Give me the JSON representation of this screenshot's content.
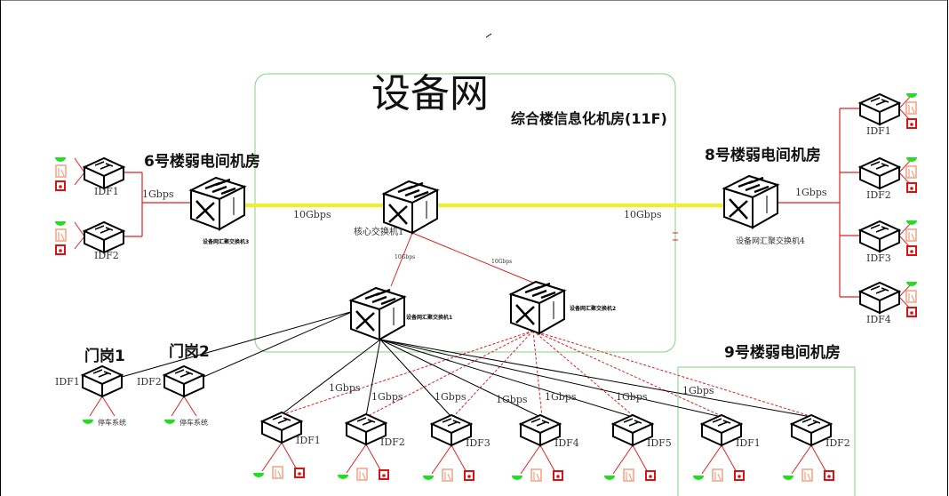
{
  "title": "设备网",
  "rooms": {
    "core_room": "综合楼信息化机房(11F)",
    "b6": "6号楼弱电间机房",
    "b8": "8号楼弱电间机房",
    "b9": "9号楼弱电间机房",
    "gate1": "门岗1",
    "gate2": "门岗2"
  },
  "switches": {
    "core": "核心交换机1",
    "agg1": "设备网汇聚交换机1",
    "agg2": "设备网汇聚交换机2",
    "agg3": "设备网汇聚交换机3",
    "agg4": "设备网汇聚交换机4"
  },
  "links": {
    "core_agg3": "10Gbps",
    "core_agg4": "10Gbps",
    "core_agg1": "10Gbps",
    "core_agg2": "10Gbps",
    "b6_uplink": "1Gbps",
    "b8_uplink": "1Gbps",
    "bottom": [
      "1Gbps",
      "1Gbps",
      "1Gbps",
      "1Gbps",
      "1Gbps",
      "1Gbps",
      "1Gbps"
    ]
  },
  "idf": {
    "b6": [
      "IDF1",
      "IDF2"
    ],
    "b8": [
      "IDF1",
      "IDF2",
      "IDF3",
      "IDF4"
    ],
    "bottom": [
      "IDF1",
      "IDF2",
      "IDF3",
      "IDF4",
      "IDF5"
    ],
    "b9": [
      "IDF1",
      "IDF2"
    ],
    "gate": [
      "IDF1",
      "IDF2"
    ]
  },
  "gate_device": [
    "停车系统",
    "停车系统"
  ],
  "colors": {
    "title": "#ee2222",
    "link_red": "#e02020",
    "fiber": "#f2ef1a",
    "room_border": "#7fd67f",
    "ap": "#22dd22",
    "camera": "#f5a080",
    "alarm": "#e01010"
  }
}
